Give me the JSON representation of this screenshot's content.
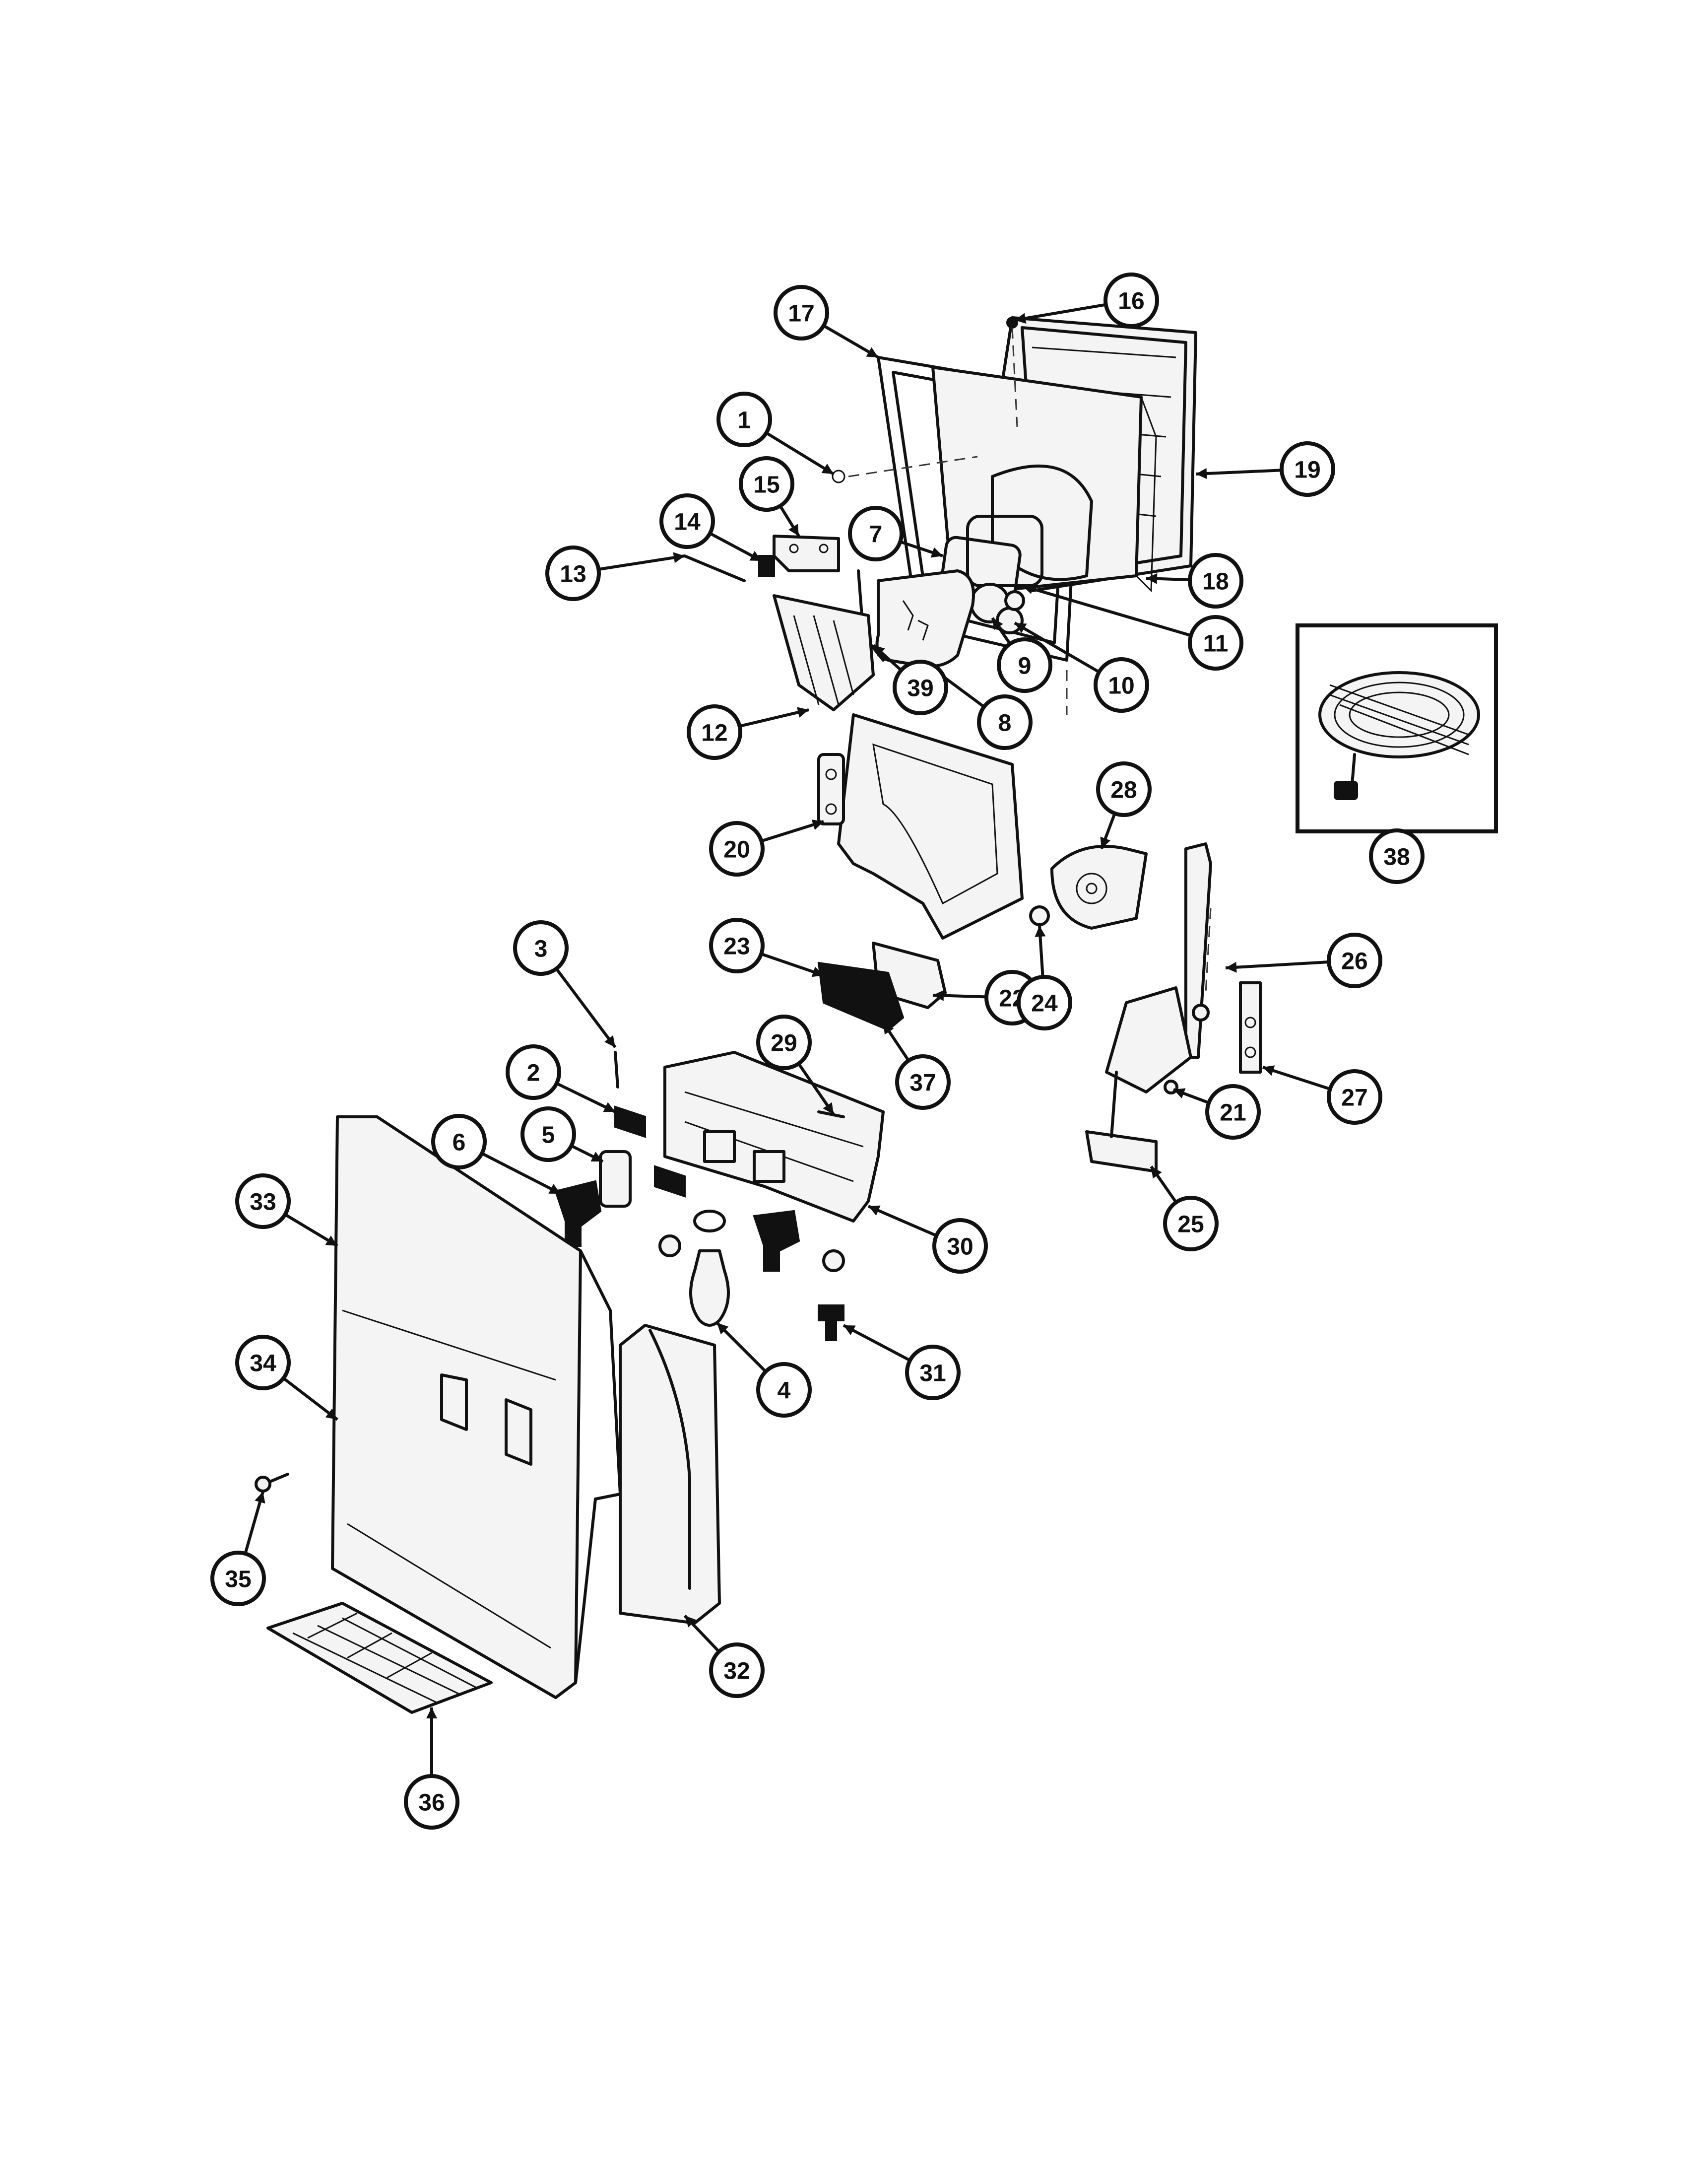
{
  "callouts": [
    {
      "id": "c1",
      "label": "1"
    },
    {
      "id": "c2",
      "label": "2"
    },
    {
      "id": "c3",
      "label": "3"
    },
    {
      "id": "c4",
      "label": "4"
    },
    {
      "id": "c5",
      "label": "5"
    },
    {
      "id": "c6",
      "label": "6"
    },
    {
      "id": "c7",
      "label": "7"
    },
    {
      "id": "c8",
      "label": "8"
    },
    {
      "id": "c9",
      "label": "9"
    },
    {
      "id": "c10",
      "label": "10"
    },
    {
      "id": "c11",
      "label": "11"
    },
    {
      "id": "c12",
      "label": "12"
    },
    {
      "id": "c13",
      "label": "13"
    },
    {
      "id": "c14",
      "label": "14"
    },
    {
      "id": "c15",
      "label": "15"
    },
    {
      "id": "c16",
      "label": "16"
    },
    {
      "id": "c17",
      "label": "17"
    },
    {
      "id": "c18",
      "label": "18"
    },
    {
      "id": "c19",
      "label": "19"
    },
    {
      "id": "c20",
      "label": "20"
    },
    {
      "id": "c21",
      "label": "21"
    },
    {
      "id": "c22",
      "label": "22"
    },
    {
      "id": "c23",
      "label": "23"
    },
    {
      "id": "c24",
      "label": "24"
    },
    {
      "id": "c25",
      "label": "25"
    },
    {
      "id": "c26",
      "label": "26"
    },
    {
      "id": "c27",
      "label": "27"
    },
    {
      "id": "c28",
      "label": "28"
    },
    {
      "id": "c29",
      "label": "29"
    },
    {
      "id": "c30",
      "label": "30"
    },
    {
      "id": "c31",
      "label": "31"
    },
    {
      "id": "c32",
      "label": "32"
    },
    {
      "id": "c33",
      "label": "33"
    },
    {
      "id": "c34",
      "label": "34"
    },
    {
      "id": "c35",
      "label": "35"
    },
    {
      "id": "c36",
      "label": "36"
    },
    {
      "id": "c37",
      "label": "37"
    },
    {
      "id": "c38",
      "label": "38"
    },
    {
      "id": "c39",
      "label": "39"
    }
  ]
}
